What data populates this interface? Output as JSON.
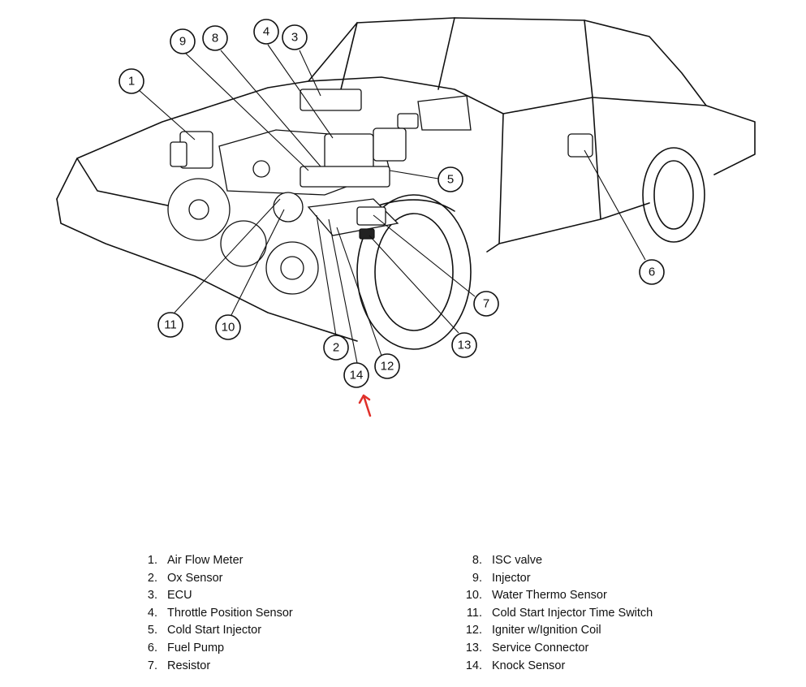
{
  "callouts": [
    "1",
    "2",
    "3",
    "4",
    "5",
    "6",
    "7",
    "8",
    "9",
    "10",
    "11",
    "12",
    "13",
    "14"
  ],
  "legend_left": [
    {
      "num": "1.",
      "label": "Air Flow Meter"
    },
    {
      "num": "2.",
      "label": "Ox Sensor"
    },
    {
      "num": "3.",
      "label": "ECU"
    },
    {
      "num": "4.",
      "label": "Throttle Position Sensor"
    },
    {
      "num": "5.",
      "label": "Cold Start Injector"
    },
    {
      "num": "6.",
      "label": "Fuel Pump"
    },
    {
      "num": "7.",
      "label": "Resistor"
    }
  ],
  "legend_right": [
    {
      "num": "8.",
      "label": "ISC valve"
    },
    {
      "num": "9.",
      "label": "Injector"
    },
    {
      "num": "10.",
      "label": "Water Thermo Sensor"
    },
    {
      "num": "11.",
      "label": "Cold Start Injector Time Switch"
    },
    {
      "num": "12.",
      "label": "Igniter w/Ignition Coil"
    },
    {
      "num": "13.",
      "label": "Service Connector"
    },
    {
      "num": "14.",
      "label": "Knock Sensor"
    }
  ],
  "colors": {
    "line": "#111111",
    "annotation_arrow": "#e0302a",
    "background": "#ffffff"
  }
}
